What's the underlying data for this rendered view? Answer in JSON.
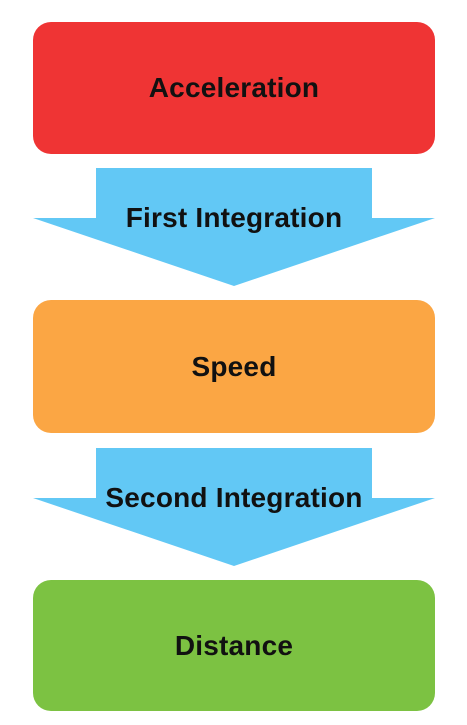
{
  "boxes": [
    {
      "label": "Acceleration",
      "color": "#ef3434"
    },
    {
      "label": "Speed",
      "color": "#fba644"
    },
    {
      "label": "Distance",
      "color": "#7cc242"
    }
  ],
  "arrows": [
    {
      "label": "First Integration",
      "color": "#62c8f5"
    },
    {
      "label": "Second Integration",
      "color": "#62c8f5"
    }
  ]
}
